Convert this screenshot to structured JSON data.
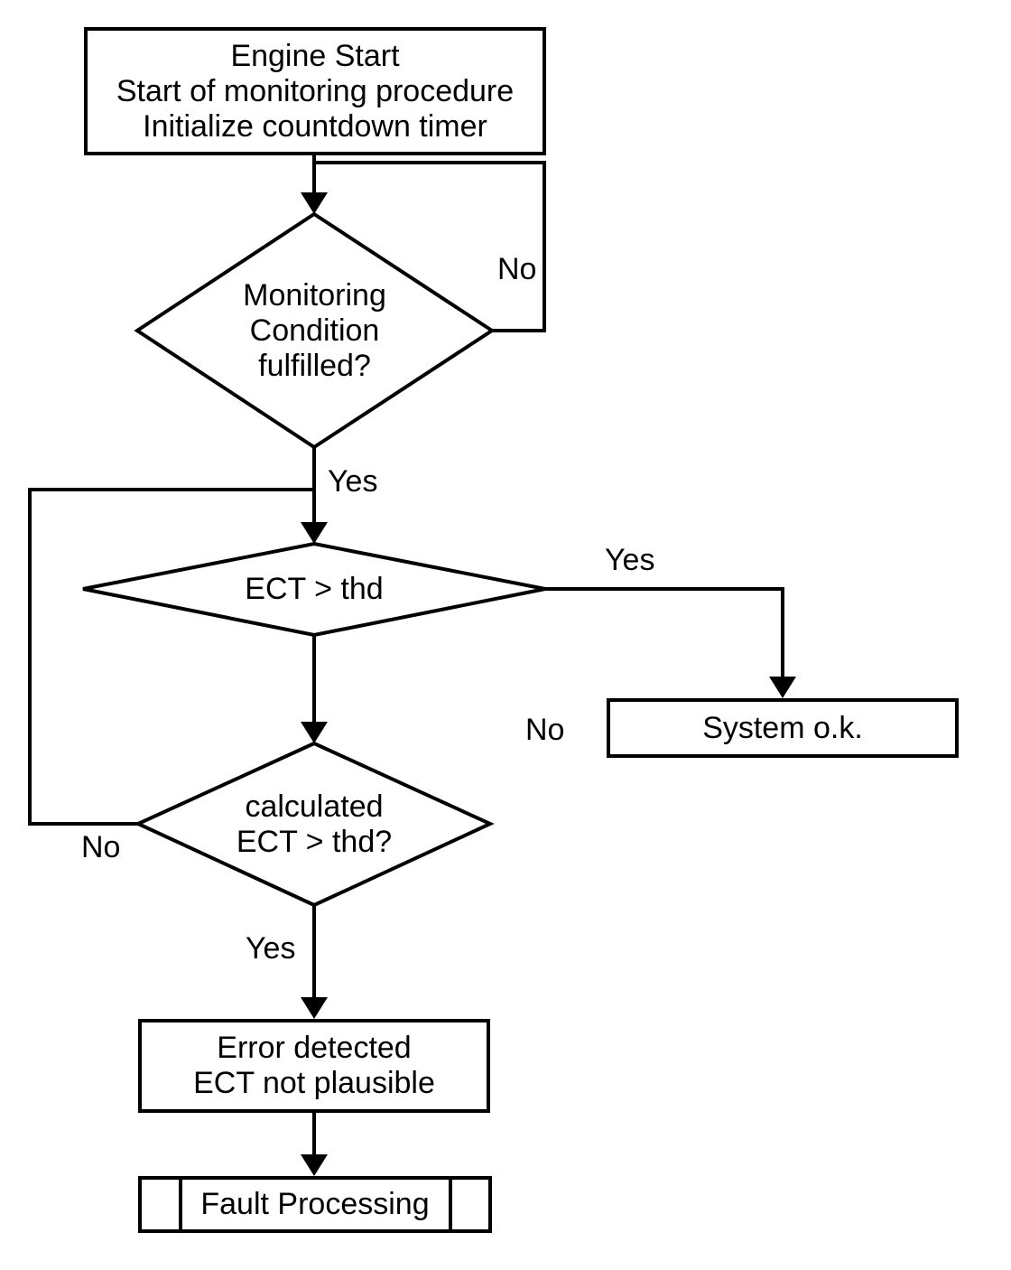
{
  "diagram": {
    "type": "flowchart",
    "colors": {
      "stroke": "#000000",
      "background": "#ffffff"
    },
    "nodes": {
      "start": {
        "shape": "rect",
        "lines": [
          "Engine Start",
          "Start of monitoring procedure",
          "Initialize countdown timer"
        ]
      },
      "monitoring_condition": {
        "shape": "diamond",
        "lines": [
          "Monitoring",
          "Condition",
          "fulfilled?"
        ]
      },
      "ect_threshold": {
        "shape": "diamond",
        "lines": [
          "ECT > thd"
        ]
      },
      "system_ok": {
        "shape": "rect",
        "lines": [
          "System o.k."
        ]
      },
      "calculated_ect": {
        "shape": "diamond",
        "lines": [
          "calculated",
          "ECT > thd?"
        ]
      },
      "error_detected": {
        "shape": "rect",
        "lines": [
          "Error detected",
          "ECT not plausible"
        ]
      },
      "fault_processing": {
        "shape": "predefined-process",
        "lines": [
          "Fault Processing"
        ]
      }
    },
    "edge_labels": {
      "monitoring_no": "No",
      "monitoring_yes": "Yes",
      "ect_yes": "Yes",
      "ect_no": "No",
      "calculated_no": "No",
      "calculated_yes": "Yes"
    }
  }
}
